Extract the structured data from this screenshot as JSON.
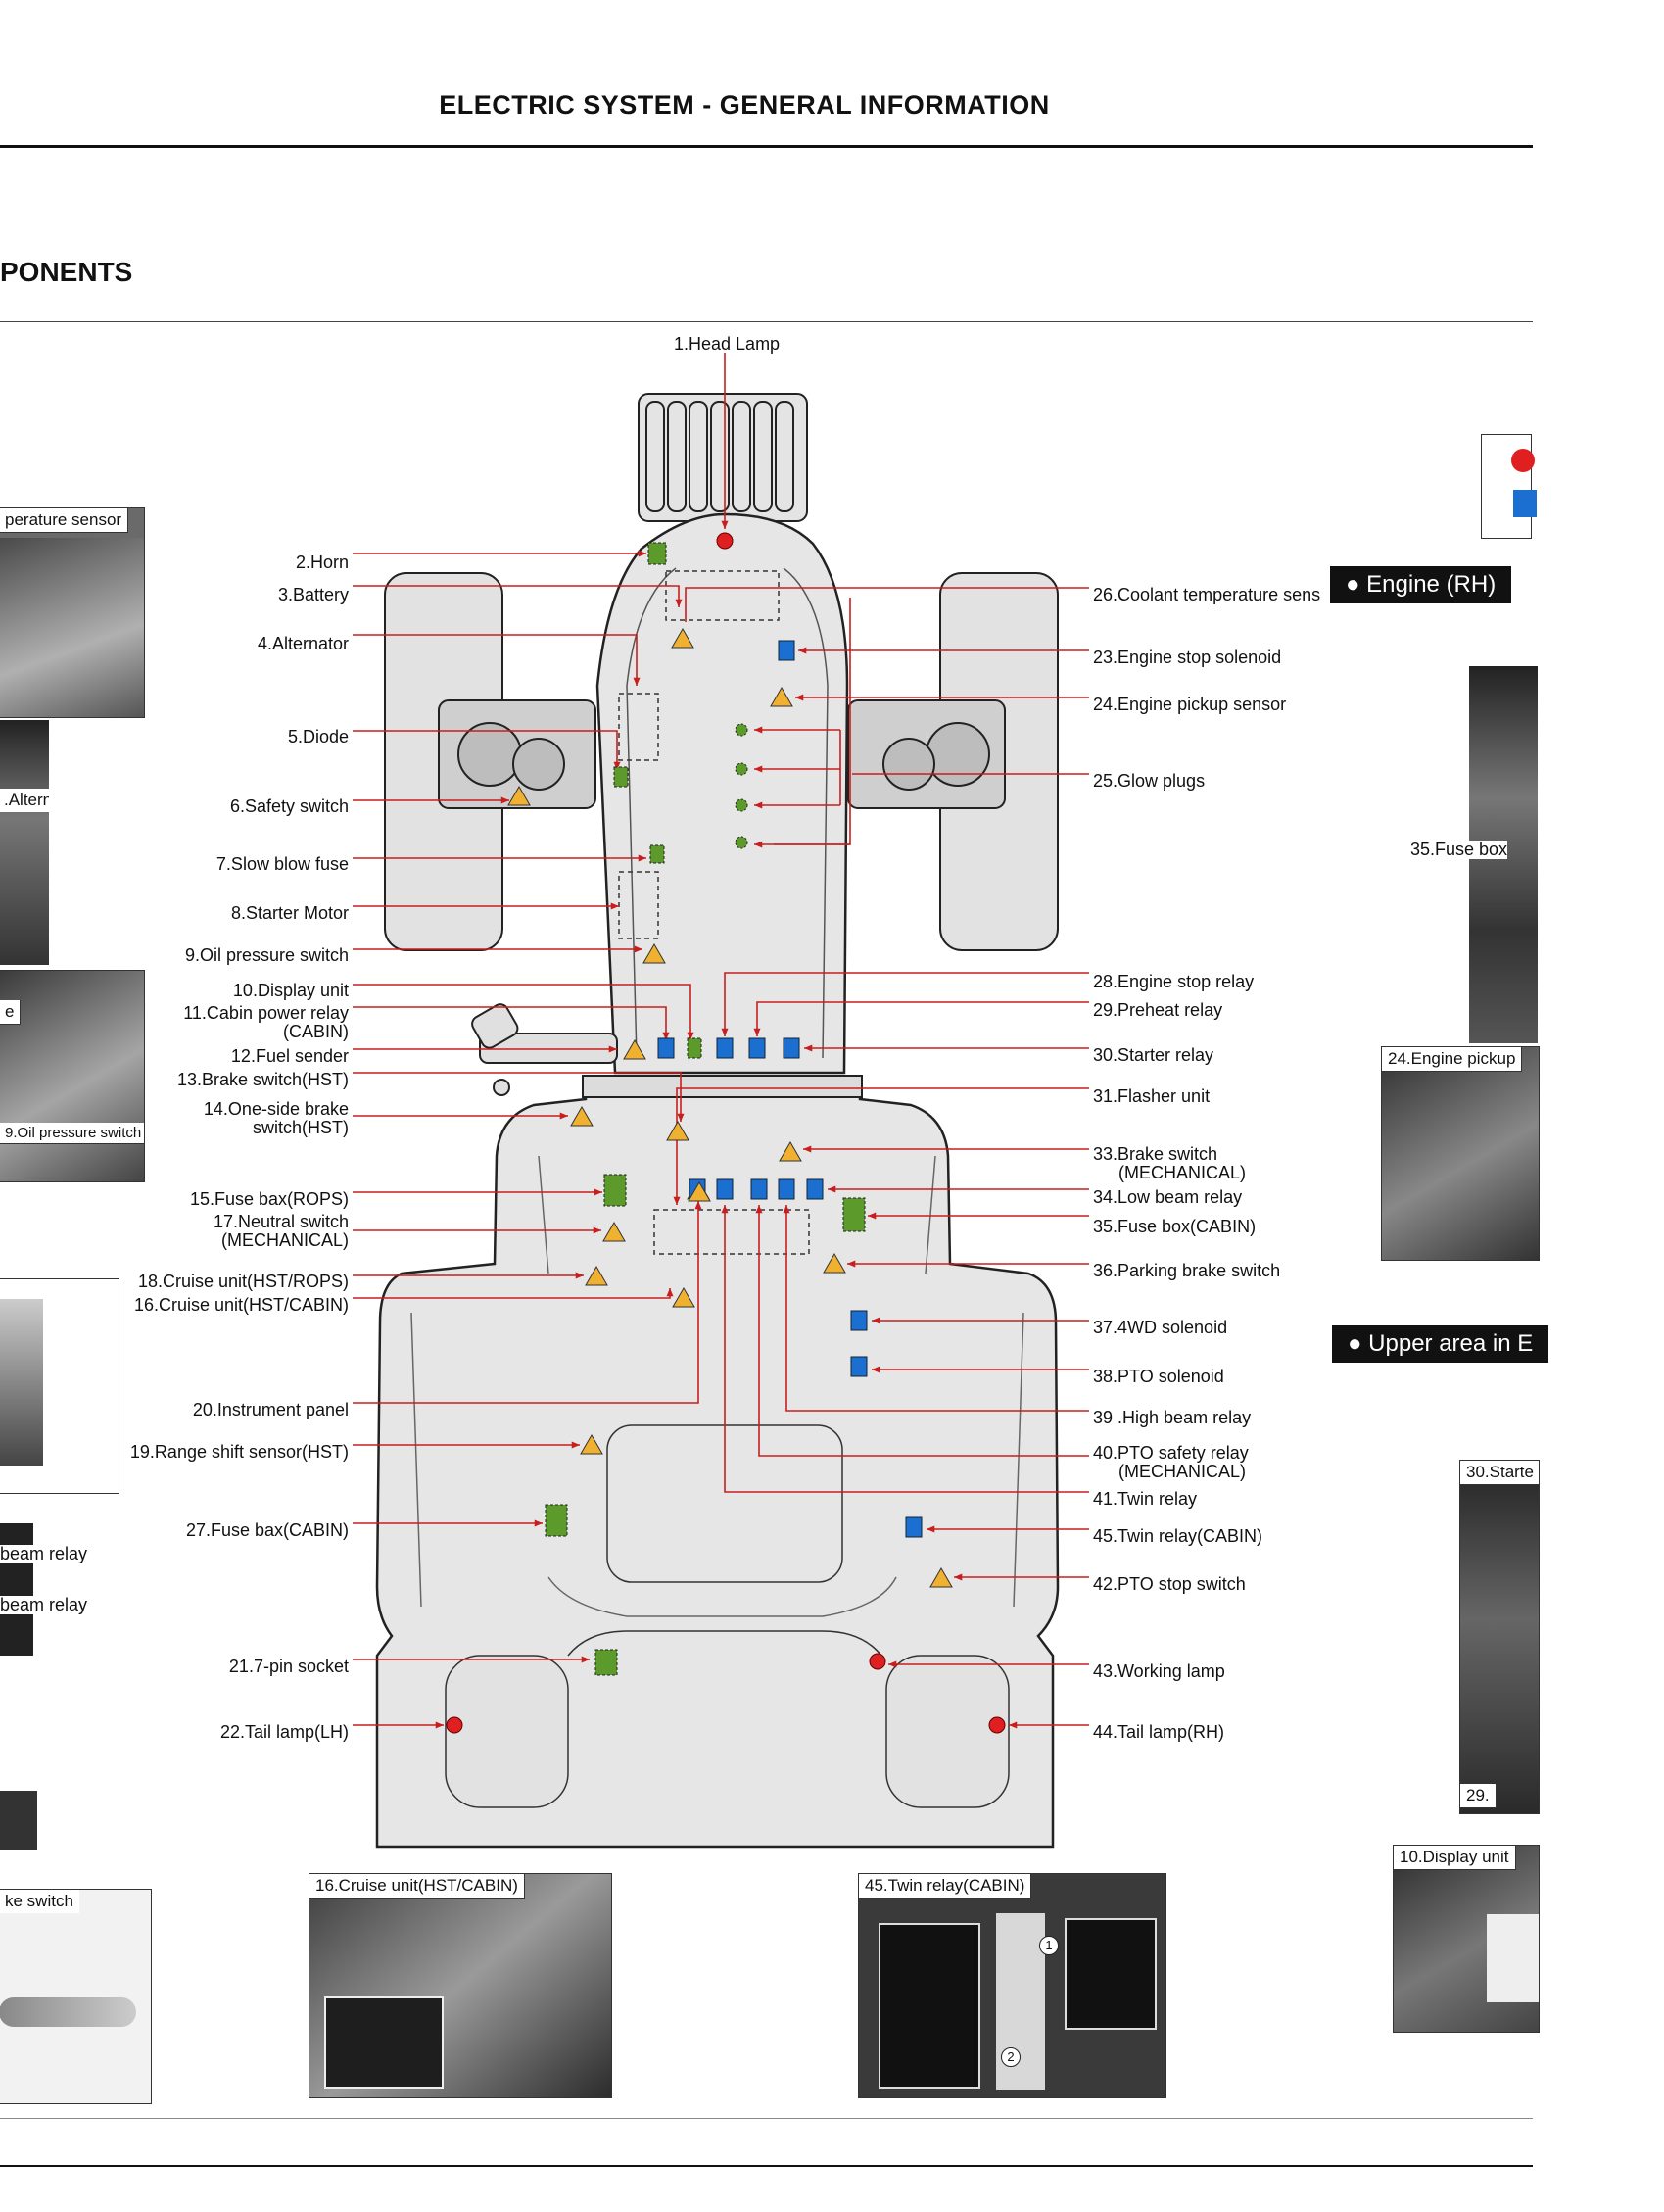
{
  "header": {
    "title": "ELECTRIC SYSTEM - GENERAL INFORMATION"
  },
  "section": {
    "title": "PONENTS"
  },
  "diagram": {
    "top_label": "1.Head Lamp",
    "left_labels": [
      {
        "id": "2",
        "text": "2.Horn"
      },
      {
        "id": "3",
        "text": "3.Battery"
      },
      {
        "id": "4",
        "text": "4.Alternator"
      },
      {
        "id": "5",
        "text": "5.Diode"
      },
      {
        "id": "6",
        "text": "6.Safety switch"
      },
      {
        "id": "7",
        "text": "7.Slow blow fuse"
      },
      {
        "id": "8",
        "text": "8.Starter Motor"
      },
      {
        "id": "9",
        "text": "9.Oil pressure switch"
      },
      {
        "id": "10",
        "text": "10.Display unit"
      },
      {
        "id": "11",
        "text": "11.Cabin power relay",
        "sub": "(CABIN)"
      },
      {
        "id": "12",
        "text": "12.Fuel sender"
      },
      {
        "id": "13",
        "text": "13.Brake switch(HST)"
      },
      {
        "id": "14",
        "text": "14.One-side brake",
        "sub": "switch(HST)"
      },
      {
        "id": "15",
        "text": "15.Fuse bax(ROPS)"
      },
      {
        "id": "17",
        "text": "17.Neutral switch",
        "sub": "(MECHANICAL)"
      },
      {
        "id": "18",
        "text": "18.Cruise unit(HST/ROPS)"
      },
      {
        "id": "16",
        "text": "16.Cruise unit(HST/CABIN)"
      },
      {
        "id": "20",
        "text": "20.Instrument panel"
      },
      {
        "id": "19",
        "text": "19.Range shift sensor(HST)"
      },
      {
        "id": "27",
        "text": "27.Fuse bax(CABIN)"
      },
      {
        "id": "21",
        "text": "21.7-pin socket"
      },
      {
        "id": "22",
        "text": "22.Tail lamp(LH)"
      }
    ],
    "right_labels": [
      {
        "id": "26",
        "text": "26.Coolant temperature sens"
      },
      {
        "id": "23",
        "text": "23.Engine stop solenoid"
      },
      {
        "id": "24",
        "text": "24.Engine pickup sensor"
      },
      {
        "id": "25",
        "text": "25.Glow plugs"
      },
      {
        "id": "28",
        "text": "28.Engine stop relay"
      },
      {
        "id": "29",
        "text": "29.Preheat relay"
      },
      {
        "id": "30",
        "text": "30.Starter relay"
      },
      {
        "id": "31",
        "text": "31.Flasher unit"
      },
      {
        "id": "33",
        "text": "33.Brake switch",
        "sub": "(MECHANICAL)"
      },
      {
        "id": "34",
        "text": "34.Low beam relay"
      },
      {
        "id": "35",
        "text": "35.Fuse box(CABIN)"
      },
      {
        "id": "36",
        "text": "36.Parking brake switch"
      },
      {
        "id": "37",
        "text": "37.4WD solenoid"
      },
      {
        "id": "38",
        "text": "38.PTO solenoid"
      },
      {
        "id": "39",
        "text": "39 .High beam relay"
      },
      {
        "id": "40",
        "text": "40.PTO safety relay",
        "sub": "(MECHANICAL)"
      },
      {
        "id": "41",
        "text": "41.Twin relay"
      },
      {
        "id": "45",
        "text": "45.Twin relay(CABIN)"
      },
      {
        "id": "42",
        "text": "42.PTO stop switch"
      },
      {
        "id": "43",
        "text": "43.Working lamp"
      },
      {
        "id": "44",
        "text": "44.Tail lamp(RH)"
      }
    ]
  },
  "left_photos": {
    "p1": "perature sensor",
    "p2": ".Alternator",
    "p3": "e",
    "p4": "9.Oil pressure switch",
    "p5": "beam relay",
    "p6": "beam relay",
    "p7": "ke switch"
  },
  "bottom_photos": {
    "a": "16.Cruise unit(HST/CABIN)",
    "b": "45.Twin relay(CABIN)",
    "b_num1": "1",
    "b_num2": "2"
  },
  "right_panel": {
    "badge1": "● Engine (RH)",
    "badge2": "● Upper area in E",
    "p1": "35.Fuse box",
    "p2": "24.Engine pickup",
    "p3": "30.Starte",
    "p4": "29.",
    "p5": "10.Display unit"
  },
  "colors": {
    "red": "#e02020",
    "blue": "#1a6fd0",
    "green": "#5c9a2c",
    "yellow": "#f0b030",
    "leader": "#c81e1e"
  }
}
